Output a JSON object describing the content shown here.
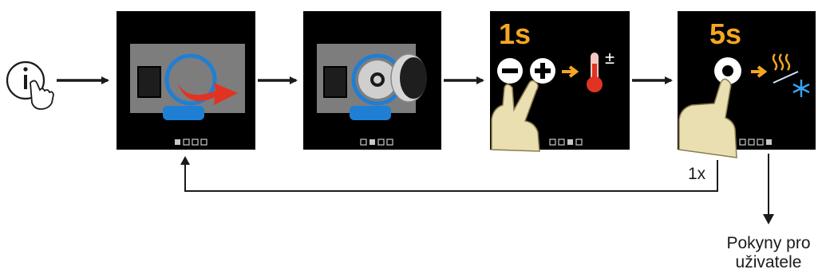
{
  "steps": [
    {
      "id": "step-1",
      "dots_active": 1
    },
    {
      "id": "step-2",
      "dots_active": 2
    },
    {
      "id": "step-3",
      "dots_active": 3,
      "time": "1s"
    },
    {
      "id": "step-4",
      "dots_active": 4,
      "time": "5s"
    }
  ],
  "loop_label": "1x",
  "exit_label_line1": "Pokyny pro",
  "exit_label_line2": "uživatele",
  "colors": {
    "screen": "#000000",
    "accent_orange": "#f5a623",
    "blue": "#1f7fd4",
    "red": "#e23322",
    "grey_plate": "#7d7d7d",
    "skin": "#e9dfb0"
  },
  "icons": [
    "info-touch-icon",
    "knob-icon",
    "thermometer-icon",
    "heat-cool-icon",
    "hand-icon"
  ]
}
